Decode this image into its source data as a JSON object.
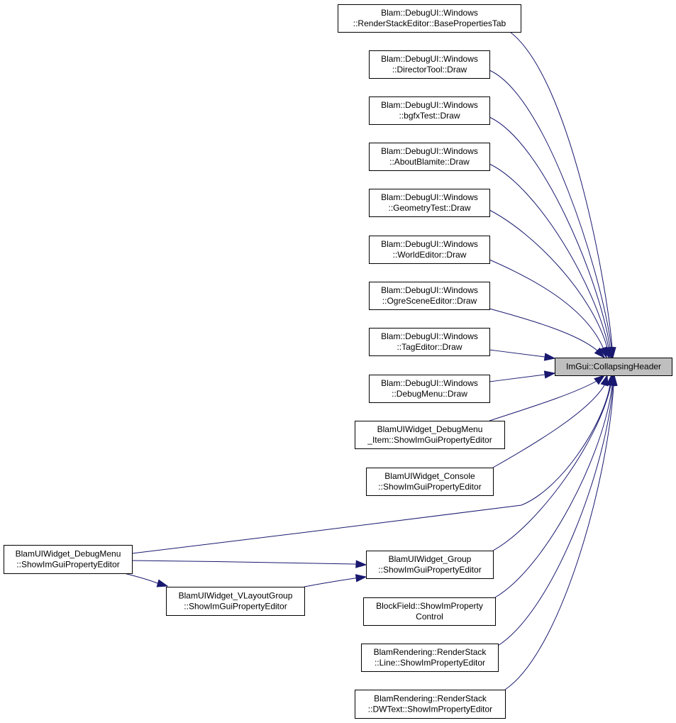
{
  "diagram": {
    "type": "call-graph",
    "target": {
      "id": "target",
      "lines": [
        "ImGui::CollapsingHeader"
      ]
    },
    "callers": [
      {
        "id": "base_properties_tab",
        "lines": [
          "Blam::DebugUI::Windows",
          "::RenderStackEditor::BasePropertiesTab"
        ]
      },
      {
        "id": "director_tool",
        "lines": [
          "Blam::DebugUI::Windows",
          "::DirectorTool::Draw"
        ]
      },
      {
        "id": "bgfx_test",
        "lines": [
          "Blam::DebugUI::Windows",
          "::bgfxTest::Draw"
        ]
      },
      {
        "id": "about_blamite",
        "lines": [
          "Blam::DebugUI::Windows",
          "::AboutBlamite::Draw"
        ]
      },
      {
        "id": "geometry_test",
        "lines": [
          "Blam::DebugUI::Windows",
          "::GeometryTest::Draw"
        ]
      },
      {
        "id": "world_editor",
        "lines": [
          "Blam::DebugUI::Windows",
          "::WorldEditor::Draw"
        ]
      },
      {
        "id": "ogre_scene_editor",
        "lines": [
          "Blam::DebugUI::Windows",
          "::OgreSceneEditor::Draw"
        ]
      },
      {
        "id": "tag_editor",
        "lines": [
          "Blam::DebugUI::Windows",
          "::TagEditor::Draw"
        ]
      },
      {
        "id": "debug_menu_draw",
        "lines": [
          "Blam::DebugUI::Windows",
          "::DebugMenu::Draw"
        ]
      },
      {
        "id": "debug_menu_item",
        "lines": [
          "BlamUIWidget_DebugMenu",
          "_Item::ShowImGuiPropertyEditor"
        ]
      },
      {
        "id": "console",
        "lines": [
          "BlamUIWidget_Console",
          "::ShowImGuiPropertyEditor"
        ]
      },
      {
        "id": "debug_menu",
        "lines": [
          "BlamUIWidget_DebugMenu",
          "::ShowImGuiPropertyEditor"
        ]
      },
      {
        "id": "group",
        "lines": [
          "BlamUIWidget_Group",
          "::ShowImGuiPropertyEditor"
        ]
      },
      {
        "id": "vlayout_group",
        "lines": [
          "BlamUIWidget_VLayoutGroup",
          "::ShowImGuiPropertyEditor"
        ]
      },
      {
        "id": "block_field",
        "lines": [
          "BlockField::ShowImProperty",
          "Control"
        ]
      },
      {
        "id": "render_stack_line",
        "lines": [
          "BlamRendering::RenderStack",
          "::Line::ShowImPropertyEditor"
        ]
      },
      {
        "id": "render_stack_dwtext",
        "lines": [
          "BlamRendering::RenderStack",
          "::DWText::ShowImPropertyEditor"
        ]
      }
    ],
    "edges": [
      {
        "from": "base_properties_tab",
        "to": "target"
      },
      {
        "from": "director_tool",
        "to": "target"
      },
      {
        "from": "bgfx_test",
        "to": "target"
      },
      {
        "from": "about_blamite",
        "to": "target"
      },
      {
        "from": "geometry_test",
        "to": "target"
      },
      {
        "from": "world_editor",
        "to": "target"
      },
      {
        "from": "ogre_scene_editor",
        "to": "target"
      },
      {
        "from": "tag_editor",
        "to": "target"
      },
      {
        "from": "debug_menu_draw",
        "to": "target"
      },
      {
        "from": "debug_menu_item",
        "to": "target"
      },
      {
        "from": "console",
        "to": "target"
      },
      {
        "from": "debug_menu",
        "to": "target"
      },
      {
        "from": "group",
        "to": "target"
      },
      {
        "from": "block_field",
        "to": "target"
      },
      {
        "from": "render_stack_line",
        "to": "target"
      },
      {
        "from": "render_stack_dwtext",
        "to": "target"
      },
      {
        "from": "debug_menu",
        "to": "group"
      },
      {
        "from": "debug_menu",
        "to": "vlayout_group"
      },
      {
        "from": "vlayout_group",
        "to": "group"
      }
    ],
    "colors": {
      "edge": "#191970",
      "node_border": "#000000",
      "node_fill": "#ffffff",
      "target_fill": "#bfbfbf",
      "text": "#000000"
    }
  }
}
